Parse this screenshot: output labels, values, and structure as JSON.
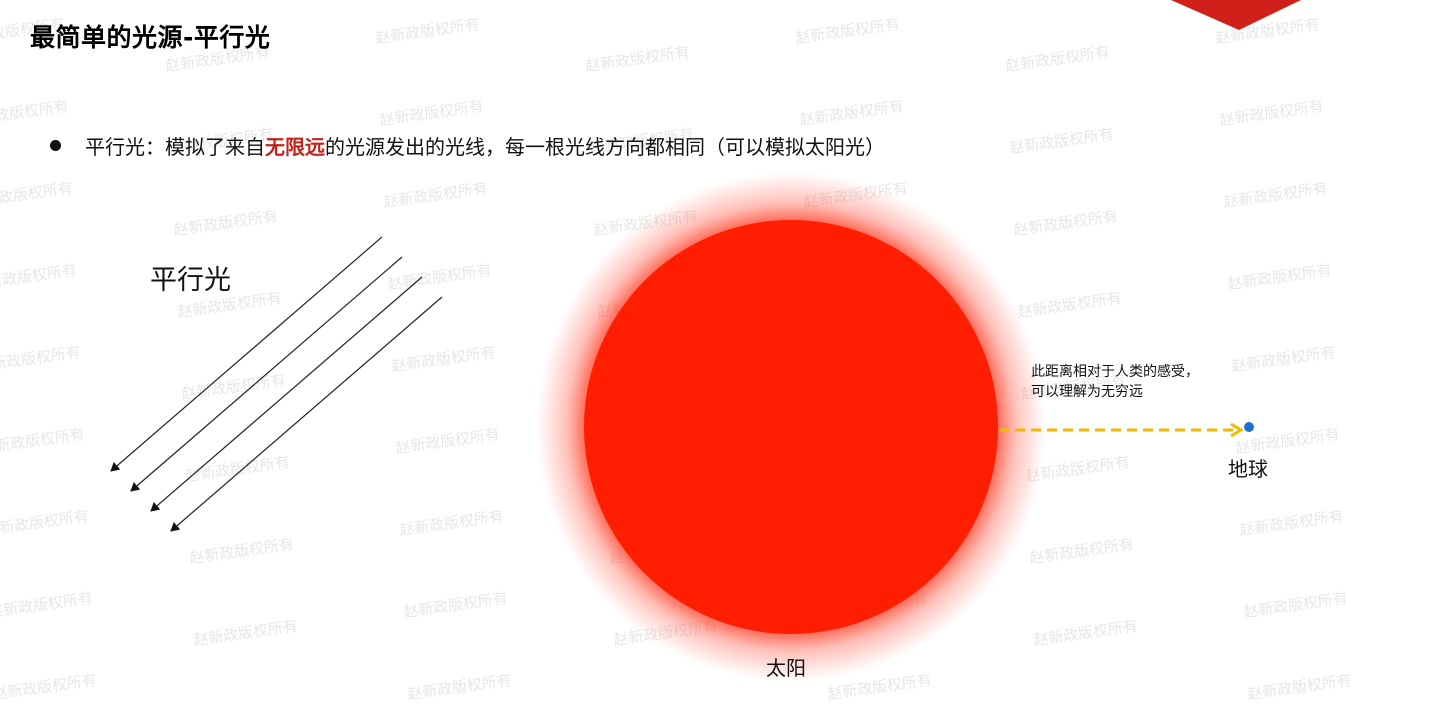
{
  "title": "最简单的光源-平行光",
  "bullet": {
    "prefix": "平行光：模拟了来自",
    "highlight": "无限远",
    "suffix": "的光源发出的光线，每一根光线方向都相同（可以模拟太阳光）"
  },
  "diagram": {
    "parallel_light_label": "平行光",
    "sun_label": "太阳",
    "earth_label": "地球",
    "distance_note_line1": "此距离相对于人类的感受，",
    "distance_note_line2": "可以理解为无穷远"
  },
  "colors": {
    "sun": "#ff1e00",
    "highlight": "#c0241c",
    "arrow": "#f5b800",
    "earth": "#1e6fc8",
    "corner_accent": "#d0201a"
  },
  "watermark": "赵新政版权所有"
}
